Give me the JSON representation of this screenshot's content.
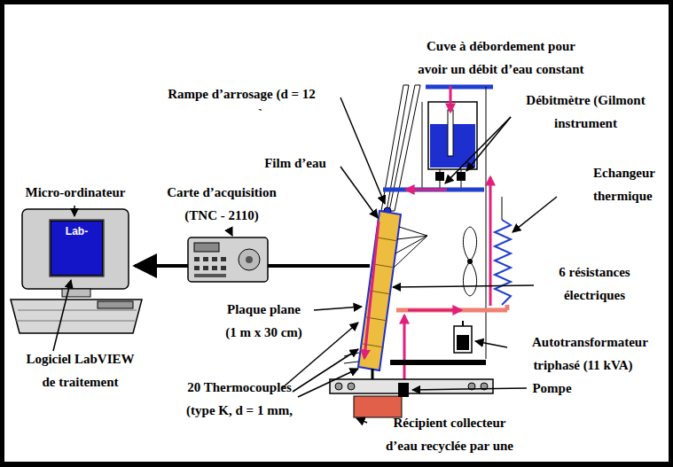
{
  "diagram": {
    "nodes": [
      {
        "text": [
          "Lab-"
        ]
      }
    ],
    "labels": [
      "Cuve à débordement pour avoir un débit d’eau constant",
      "Rampe d’arrosage (d = 12",
      "`",
      "Débitmètre (Gilmont instrument",
      "Film d’eau",
      "Echangeur thermique",
      "Micro-ordinateur",
      "Carte d’acquisition (TNC - 2110)",
      "6 résistances électriques",
      "Plaque plane (1 m x 30 cm)",
      "Autotransformateur triphasé (11 kVA)",
      "Logiciel LabVIEW de traitement",
      "20 Thermocouples (type K, d = 1 mm,",
      "Pompe",
      "Récipient collecteur d’eau recyclée par une"
    ]
  }
}
